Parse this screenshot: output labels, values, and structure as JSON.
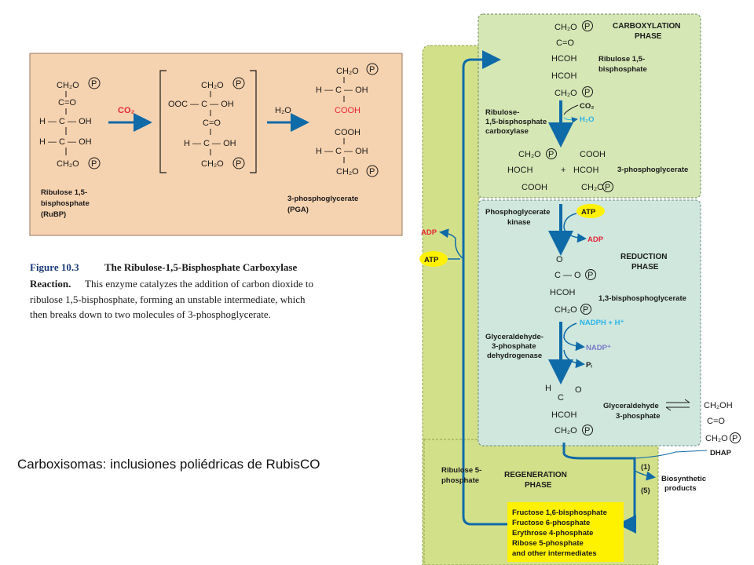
{
  "colors": {
    "panel_bg": "#f6d3b0",
    "carboxylation_bg": "#d5e7b5",
    "reduction_bg": "#cfe7dd",
    "outer_green": "#d3e08a",
    "arrow_blue": "#0f6aa8",
    "red": "#e6243a",
    "cyan": "#2bb4e8",
    "yellow": "#fff200"
  },
  "left_panel": {
    "rubp": [
      "CH₂O",
      "C=O",
      "H — C — OH",
      "H — C — OH",
      "CH₂O"
    ],
    "co2": "CO₂",
    "intermediate": [
      "CH₂O",
      "OOC — C — OH",
      "C=O",
      "H — C — OH",
      "CH₂O"
    ],
    "h2o": "H₂O",
    "pga_top": [
      "CH₂O",
      "H — C — OH",
      "COOH"
    ],
    "pga_bottom": [
      "COOH",
      "H — C — OH",
      "CH₂O"
    ],
    "rubp_name": [
      "Ribulose 1,5-",
      "bisphosphate",
      "(RuBP)"
    ],
    "pga_name": [
      "3-phosphoglycerate",
      "(PGA)"
    ],
    "phosphate": "P"
  },
  "caption": {
    "fig_label": "Figure 10.3",
    "title": "The Ribulose-1,5-Bisphosphate Carboxylase",
    "title2": "Reaction.",
    "line1_rest": "This enzyme catalyzes the addition of carbon dioxide to",
    "line2": "ribulose 1,5-bisphosphate, forming an unstable intermediate, which",
    "line3": "then breaks down to two molecules of 3-phosphoglycerate."
  },
  "bottom_text": "Carboxisomas: inclusiones poliédricas de RubisCO",
  "cycle": {
    "carboxylation_phase": [
      "CARBOXYLATION",
      "PHASE"
    ],
    "reduction_phase": [
      "REDUCTION",
      "PHASE"
    ],
    "regeneration_phase": [
      "REGENERATION",
      "PHASE"
    ],
    "rubp_top": [
      "CH₂O",
      "C=O",
      "HCOH",
      "HCOH",
      "CH₂O"
    ],
    "rubp_label": [
      "Ribulose 1,5-",
      "bisphosphate"
    ],
    "enzyme1": [
      "Ribulose-",
      "1,5-bisphosphate",
      "carboxylase"
    ],
    "co2": "CO₂",
    "h2o": "H₂O",
    "pga_left": [
      "CH₂O",
      "HOCH",
      "COOH"
    ],
    "pga_right": [
      "COOH",
      "HCOH",
      "CH₂O"
    ],
    "plus": "+",
    "pga_label": "3-phosphoglycerate",
    "enzyme2": [
      "Phosphoglycerate",
      "kinase"
    ],
    "atp": "ATP",
    "adp": "ADP",
    "bpg": [
      "O",
      "C — O",
      "HCOH",
      "CH₂O"
    ],
    "bpg_label": "1,3-bisphosphoglycerate",
    "nadph": "NADPH + H⁺",
    "nadp": "NADP⁺",
    "pi": "Pᵢ",
    "enzyme3": [
      "Glyceraldehyde-",
      "3-phosphate",
      "dehydrogenase"
    ],
    "g3p": [
      "H",
      "C",
      "O",
      "HCOH",
      "CH₂O"
    ],
    "g3p_label": [
      "Glyceraldehyde",
      "3-phosphate"
    ],
    "dhap": [
      "CH₂OH",
      "C=O",
      "CH₂O"
    ],
    "dhap_label": "DHAP",
    "ru5p_label": [
      "Ribulose 5-",
      "phosphate"
    ],
    "one": "(1)",
    "five": "(5)",
    "biosynthetic": [
      "Biosynthetic",
      "products"
    ],
    "intermediates": [
      "Fructose 1,6-bisphosphate",
      "Fructose 6-phosphate",
      "Erythrose 4-phosphate",
      "Ribose 5-phosphate",
      "and other intermediates"
    ],
    "side_adp": "ADP",
    "side_atp": "ATP"
  }
}
